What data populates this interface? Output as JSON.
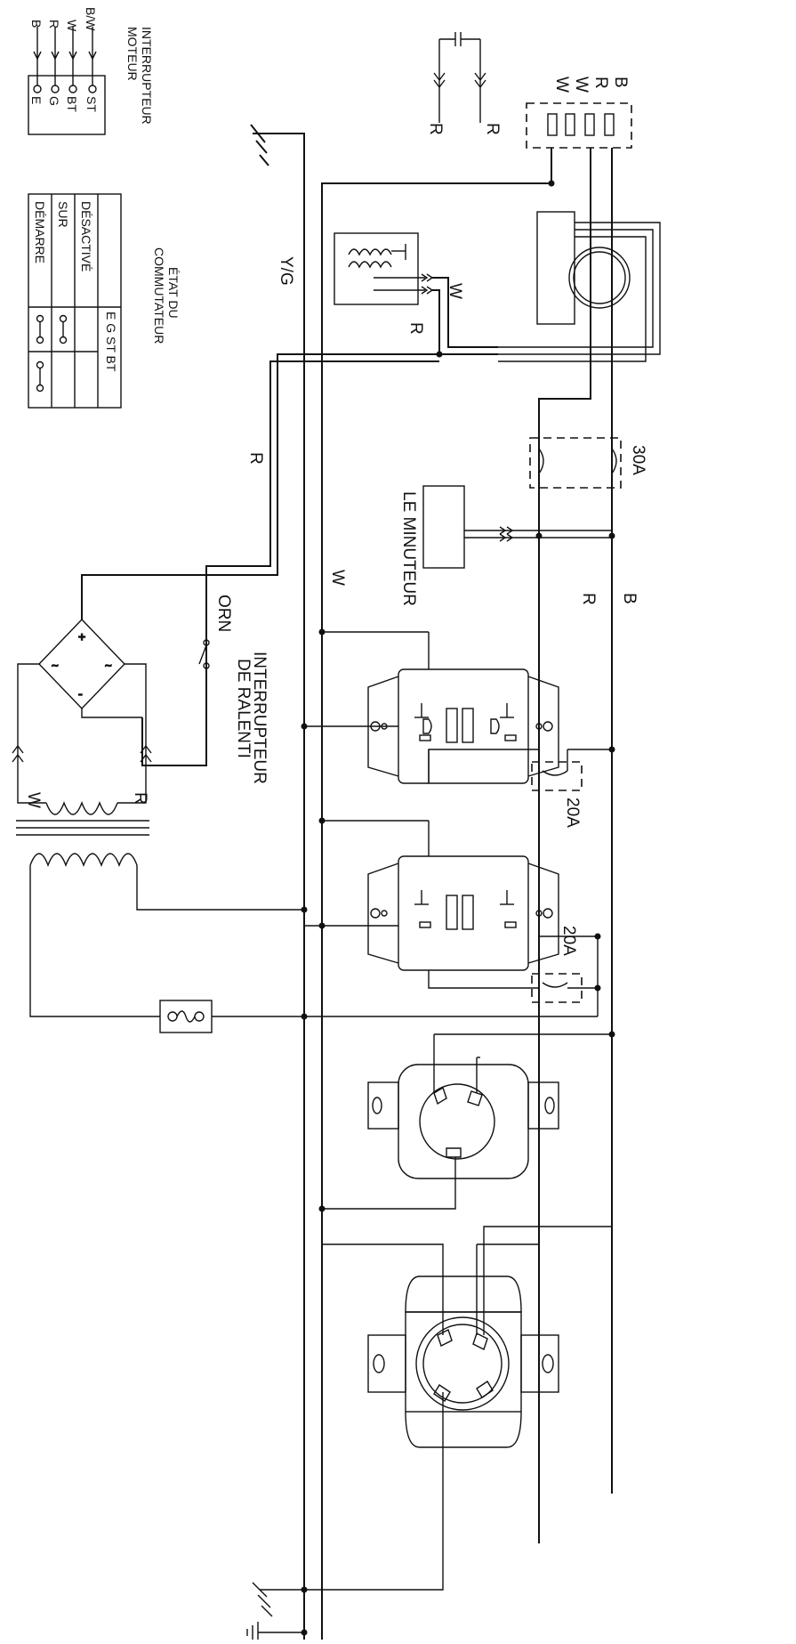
{
  "engine_switch": {
    "title_line1": "INTERRUPTEUR",
    "title_line2": "MOTEUR",
    "wires": [
      "B/W",
      "W",
      "R",
      "B"
    ],
    "terminals": [
      "ST",
      "BT",
      "G",
      "E"
    ]
  },
  "switch_state": {
    "title_line1": "ÉTAT DU",
    "title_line2": "COMMUTATEUR",
    "columns": "E G ST BT",
    "rows": [
      "DÉSACTIVÉ",
      "SUR",
      "DÉMARRE"
    ]
  },
  "wire_labels": {
    "R": "R",
    "W": "W",
    "B": "B",
    "YG": "Y/G",
    "ORN": "ORN"
  },
  "connector_labels": [
    "B",
    "R",
    "W",
    "W"
  ],
  "breakers": {
    "main": "30A",
    "outlet1": "20A",
    "outlet2": "20A"
  },
  "timer_label": "LE MINUTEUR",
  "idle_switch": {
    "line1": "INTERRUPTEUR",
    "line2": "DE RALENTI"
  }
}
